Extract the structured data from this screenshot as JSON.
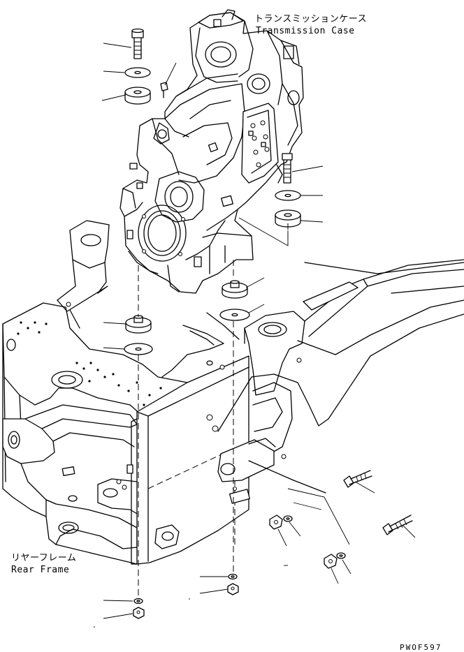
{
  "labels": {
    "transmission_case_jp": "トランスミッションケース",
    "transmission_case_en": "Transmission Case",
    "rear_frame_jp": "リヤーフレーム",
    "rear_frame_en": "Rear Frame",
    "drawing_code": "PWOF597"
  }
}
